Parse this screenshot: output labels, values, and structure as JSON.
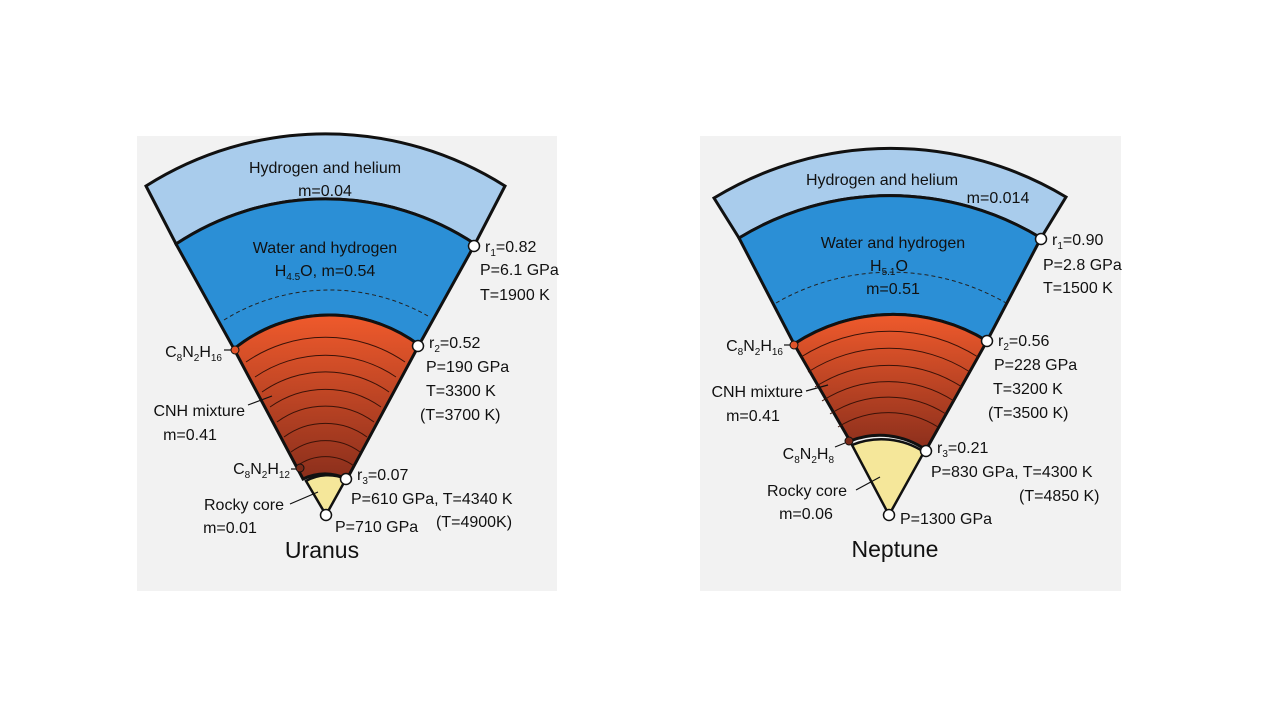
{
  "colors": {
    "panel_bg": "#f2f2f2",
    "hydrogen_helium": "#a9ccec",
    "water_hydrogen": "#2b8fd6",
    "cnh_top": "#ef5a2c",
    "cnh_bottom": "#8b2f1c",
    "rocky_core": "#f5e79a",
    "outline": "#111111"
  },
  "panels": [
    {
      "planet": "Uranus",
      "layers": {
        "hh_name": "Hydrogen and helium",
        "hh_mass": "m=0.04",
        "water_name": "Water and hydrogen",
        "water_formula_main": "H",
        "water_formula_sub": "4.5",
        "water_formula_rest": "O, m=0.54",
        "water_mass": "",
        "cnh_name": "CNH mixture",
        "cnh_mass": "m=0.41",
        "core_name": "Rocky core",
        "core_mass": "m=0.01"
      },
      "compounds": {
        "upper": {
          "c": "C",
          "c_sub": "8",
          "n": "N",
          "n_sub": "2",
          "h": "H",
          "h_sub": "16"
        },
        "lower": {
          "c": "C",
          "c_sub": "8",
          "n": "N",
          "n_sub": "2",
          "h": "H",
          "h_sub": "12"
        }
      },
      "boundaries": {
        "r1": {
          "r": "r",
          "r_sub": "1",
          "value": "=0.82",
          "p": "P=6.1 GPa",
          "t": "T=1900 K"
        },
        "r2": {
          "r": "r",
          "r_sub": "2",
          "value": "=0.52",
          "p": "P=190 GPa",
          "t": "T=3300 K",
          "t_alt": "(T=3700 K)"
        },
        "r3": {
          "r": "r",
          "r_sub": "3",
          "value": "=0.07",
          "pt": "P=610 GPa, T=4340 K",
          "t_alt": "(T=4900K)"
        },
        "center": {
          "p": "P=710 GPa"
        }
      }
    },
    {
      "planet": "Neptune",
      "layers": {
        "hh_name": "Hydrogen and helium",
        "hh_mass": "m=0.014",
        "water_name": "Water and hydrogen",
        "water_formula_main": "H",
        "water_formula_sub": "5.1",
        "water_formula_rest": "O",
        "water_mass": "m=0.51",
        "cnh_name": "CNH mixture",
        "cnh_mass": "m=0.41",
        "core_name": "Rocky core",
        "core_mass": "m=0.06"
      },
      "compounds": {
        "upper": {
          "c": "C",
          "c_sub": "8",
          "n": "N",
          "n_sub": "2",
          "h": "H",
          "h_sub": "16"
        },
        "lower": {
          "c": "C",
          "c_sub": "8",
          "n": "N",
          "n_sub": "2",
          "h": "H",
          "h_sub": "8"
        }
      },
      "boundaries": {
        "r1": {
          "r": "r",
          "r_sub": "1",
          "value": "=0.90",
          "p": "P=2.8 GPa",
          "t": "T=1500 K"
        },
        "r2": {
          "r": "r",
          "r_sub": "2",
          "value": "=0.56",
          "p": "P=228 GPa",
          "t": "T=3200 K",
          "t_alt": "(T=3500 K)"
        },
        "r3": {
          "r": "r",
          "r_sub": "3",
          "value": "=0.21",
          "pt": "P=830 GPa, T=4300 K",
          "t_alt": "(T=4850 K)"
        },
        "center": {
          "p": "P=1300 GPa"
        }
      }
    }
  ]
}
